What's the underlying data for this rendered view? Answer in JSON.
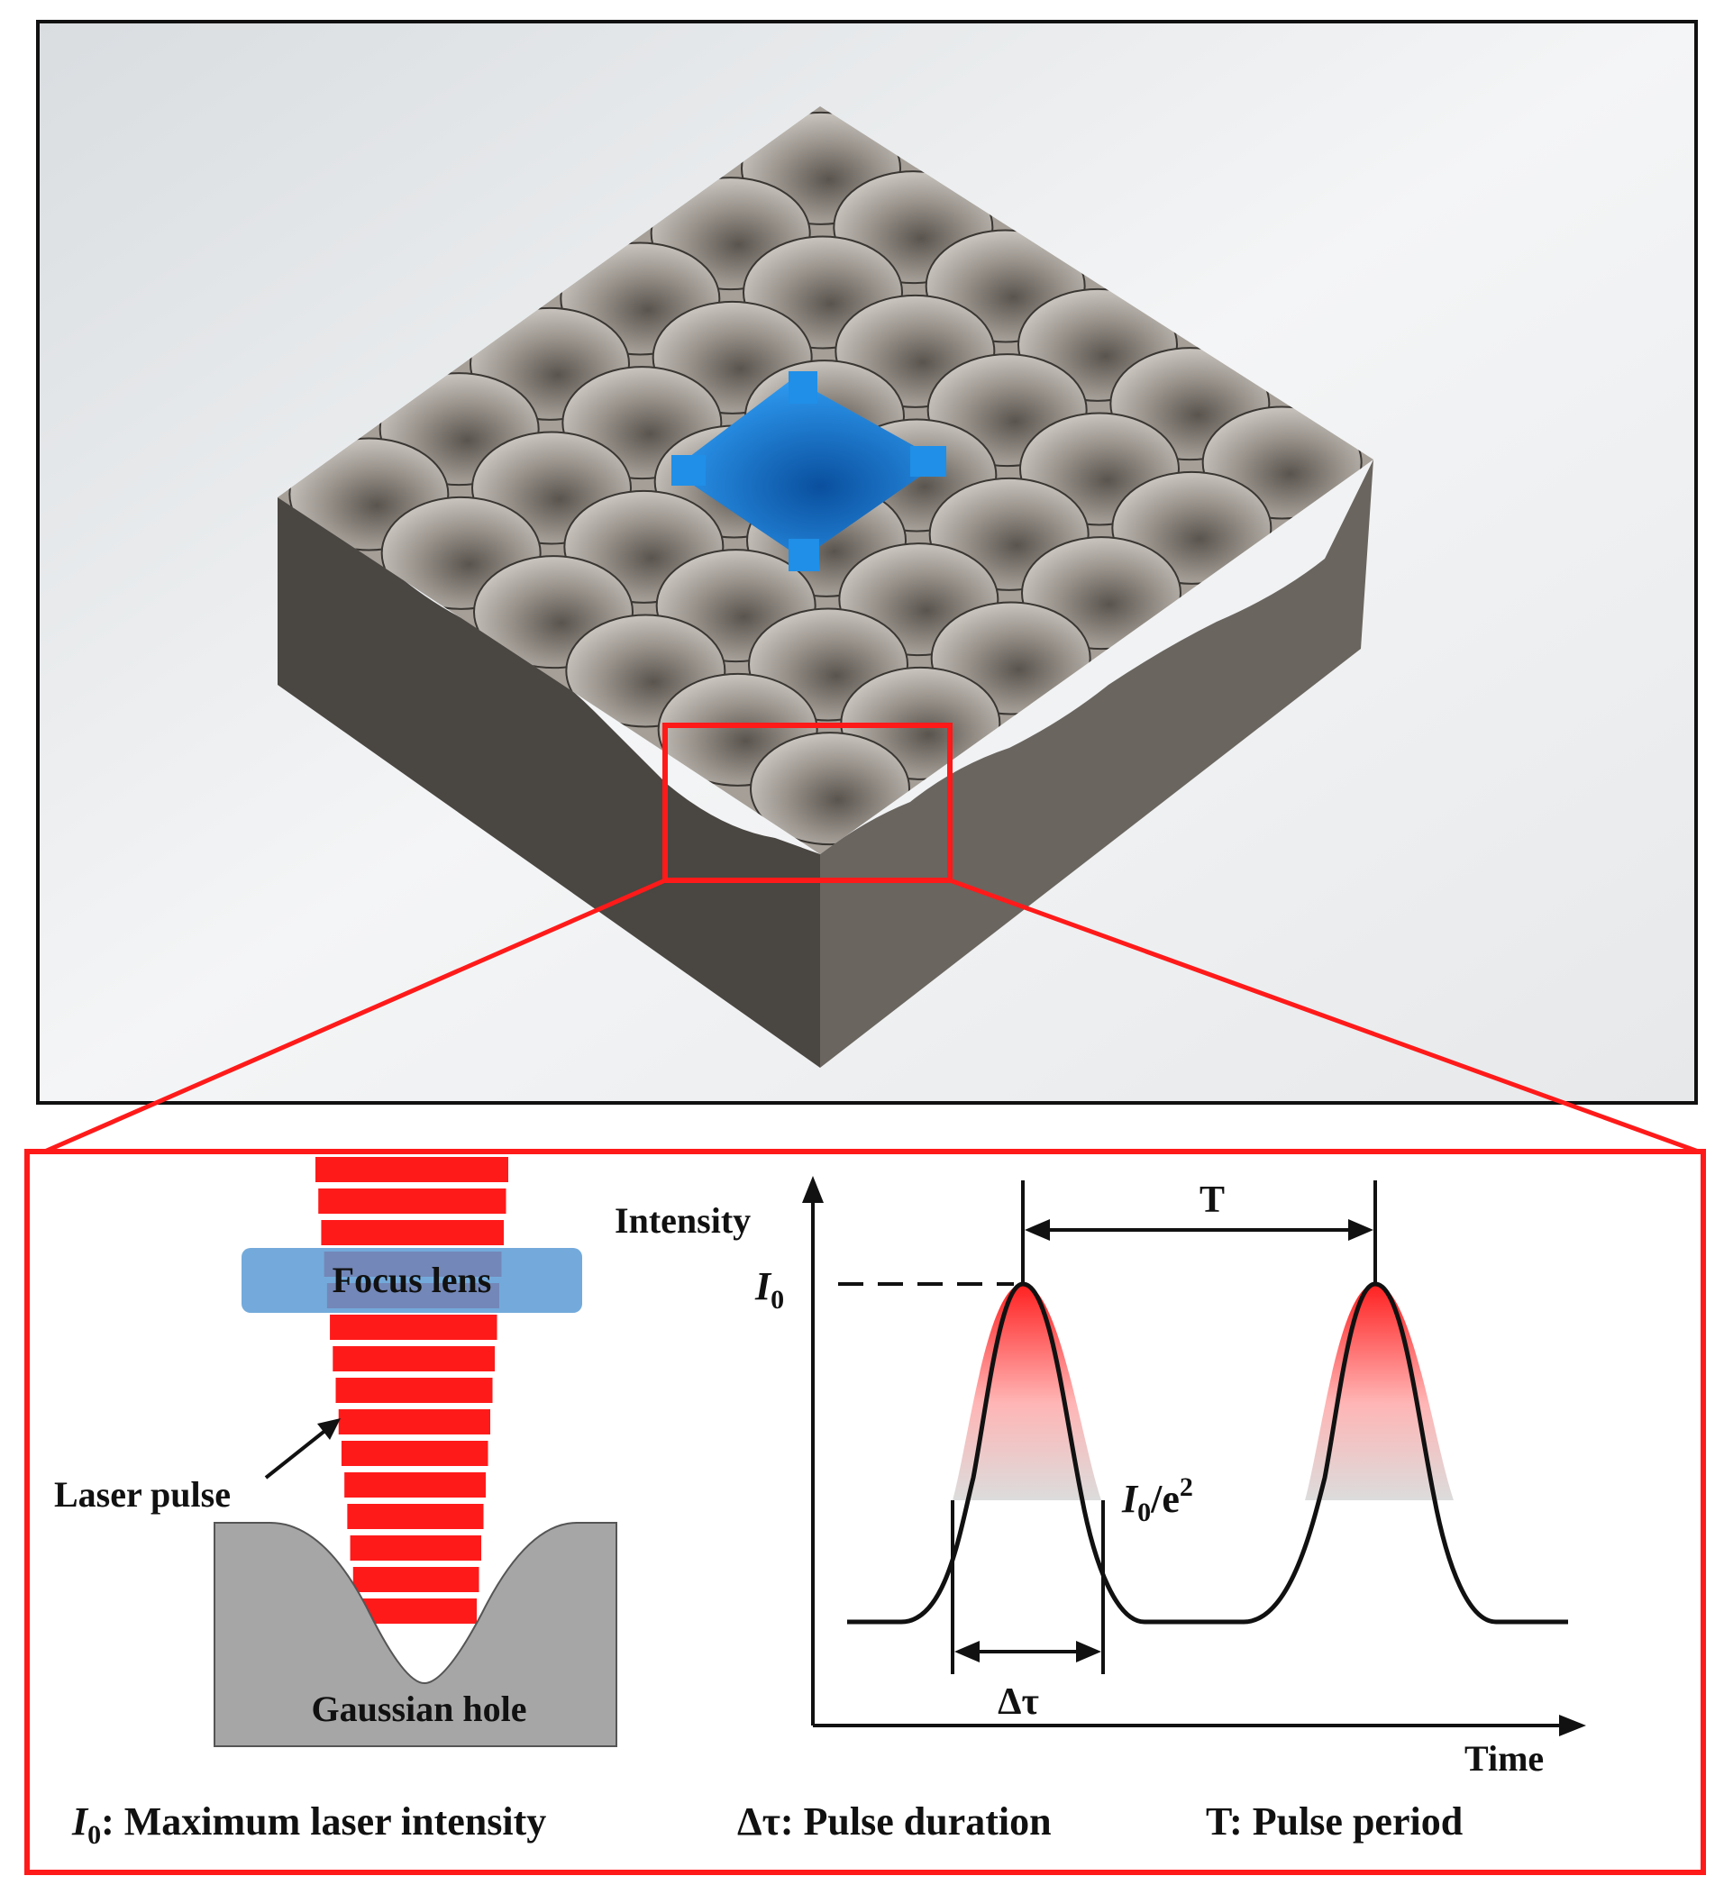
{
  "colors": {
    "highlight": "#ff1a1a",
    "selected_cell": "#1f8fe8",
    "surface": "#8a847e",
    "block_side_left": "#4a4641",
    "block_side_right": "#6a655f",
    "lens": "#5b9bd5",
    "pulse_bar": "#ff1a1a",
    "gaussian_block": "#a6a6a6",
    "pulse_fill": "#ff3333"
  },
  "top_panel": {
    "icon": "textured-surface-3d-model"
  },
  "laser_panel": {
    "focus_lens_label": "Focus lens",
    "laser_pulse_label": "Laser pulse",
    "gaussian_hole_label": "Gaussian hole"
  },
  "pulse_plot": {
    "y_axis_label": "Intensity",
    "x_axis_label": "Time",
    "i0_label": "I",
    "i0_sub": "0",
    "threshold_label_main": "I",
    "threshold_label_sub": "0",
    "threshold_label_rest": "/e",
    "threshold_label_sup": "2",
    "period_label": "T",
    "duration_label": "Δτ"
  },
  "legend": {
    "i0_symbol": "I",
    "i0_sub": "0",
    "i0_text": ": Maximum laser intensity",
    "duration_text": "Δτ: Pulse duration",
    "period_text": "T: Pulse period"
  }
}
